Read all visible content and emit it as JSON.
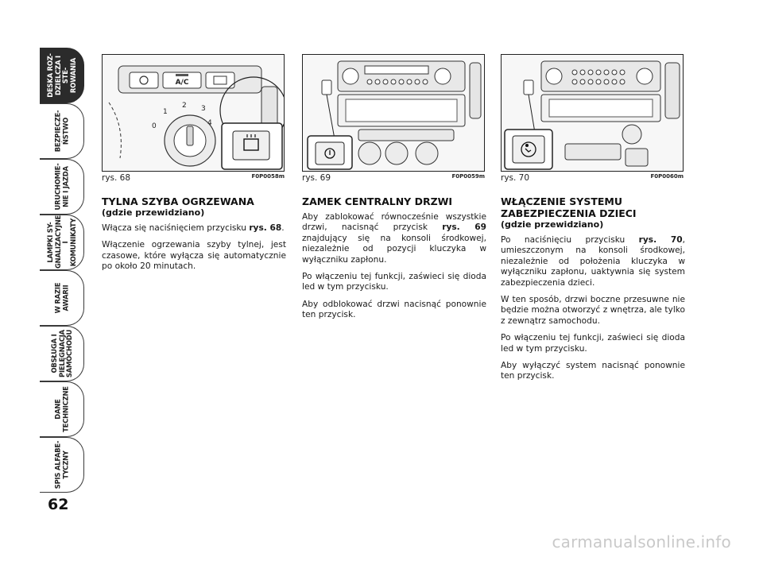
{
  "sidebar": {
    "tabs": [
      {
        "label": "DESKA ROZ-\nDZIELCZA I STE-\nROWANIA",
        "active": true
      },
      {
        "label": "BEZPIECZE-\nŃSTWO",
        "active": false
      },
      {
        "label": "URUCHOMIE-\nNIE I JAZDA",
        "active": false
      },
      {
        "label": "LAMPKI SY-\nGNALIZACYJNE\nI KOMUNIKATY",
        "active": false
      },
      {
        "label": "W RAZIE\nAWARII",
        "active": false
      },
      {
        "label": "OBSŁUGA I\nPIELĘGNACJA\nSAMOCHODU",
        "active": false
      },
      {
        "label": "DANE\nTECHNICZNE",
        "active": false
      },
      {
        "label": "SPIS ALFABE-\nTYCZNY",
        "active": false
      }
    ]
  },
  "page_number": "62",
  "figures": [
    {
      "caption": "rys. 68",
      "code": "F0P0058m",
      "panel_label": "A/C"
    },
    {
      "caption": "rys. 69",
      "code": "F0P0059m"
    },
    {
      "caption": "rys. 70",
      "code": "F0P0060m"
    }
  ],
  "sections": {
    "s1": {
      "title": "TYLNA SZYBA OGRZEWANA",
      "subtitle": "(gdzie przewidziano)",
      "p1_pre": "Włącza się naciśnięciem przycisku ",
      "p1_bold": "rys. 68",
      "p1_post": ".",
      "p2": "Włączenie ogrzewania szyby tylnej, jest czasowe, które wyłącza się automatycznie po około 20 minutach."
    },
    "s2": {
      "title": "ZAMEK CENTRALNY DRZWI",
      "p1_pre": "Aby zablokować równocześnie wszystkie drzwi, nacisnąć przycisk ",
      "p1_bold": "rys. 69",
      "p1_post": " znajdujący się na konsoli środkowej, niezależnie od pozycji kluczyka w wyłączniku zapłonu.",
      "p2": "Po włączeniu tej funkcji, zaświeci się dioda led w tym przycisku.",
      "p3": "Aby odblokować drzwi nacisnąć ponownie ten przycisk."
    },
    "s3": {
      "title_line1": "WŁĄCZENIE SYSTEMU",
      "title_line2": "ZABEZPIECZENIA DZIECI",
      "subtitle": "(gdzie przewidziano)",
      "p1_pre": "Po naciśnięciu przycisku ",
      "p1_bold": "rys. 70",
      "p1_post": ", umieszczonym na konsoli środkowej, niezależnie od położenia kluczyka w wyłączniku zapłonu, uaktywnia się system zabezpieczenia dzieci.",
      "p2": "W ten sposób, drzwi boczne przesuwne nie będzie można otworzyć z wnętrza, ale tylko z zewnątrz samochodu.",
      "p3": "Po włączeniu tej funkcji, zaświeci się dioda led w tym przycisku.",
      "p4": "Aby wyłączyć system nacisnąć ponownie ten przycisk."
    }
  },
  "watermark": "carmanualsonline.info"
}
